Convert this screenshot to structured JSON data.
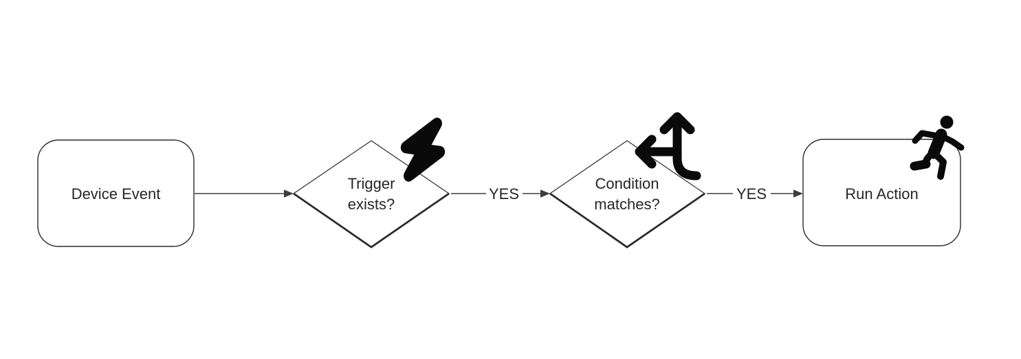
{
  "canvas": {
    "background": "#ffffff",
    "stroke_color": "#2b2b2b",
    "connector_color": "#3d3d3d",
    "text_color": "#262626",
    "icon_color": "#0a0a0a"
  },
  "nodes": [
    {
      "id": "device-event",
      "type": "rounded-rect",
      "label": "Device Event"
    },
    {
      "id": "trigger-exists",
      "type": "diamond",
      "label_lines": [
        "Trigger",
        "exists?"
      ],
      "icon": "lightning-bolt-icon"
    },
    {
      "id": "condition-matches",
      "type": "diamond",
      "label_lines": [
        "Condition",
        "matches?"
      ],
      "icon": "split-arrows-icon"
    },
    {
      "id": "run-action",
      "type": "rounded-rect",
      "label": "Run Action",
      "icon": "person-running-icon"
    }
  ],
  "connectors": [
    {
      "from": "device-event",
      "to": "trigger-exists"
    },
    {
      "from": "trigger-exists",
      "to": "condition-matches",
      "label": "YES"
    },
    {
      "from": "condition-matches",
      "to": "run-action",
      "label": "YES"
    }
  ]
}
